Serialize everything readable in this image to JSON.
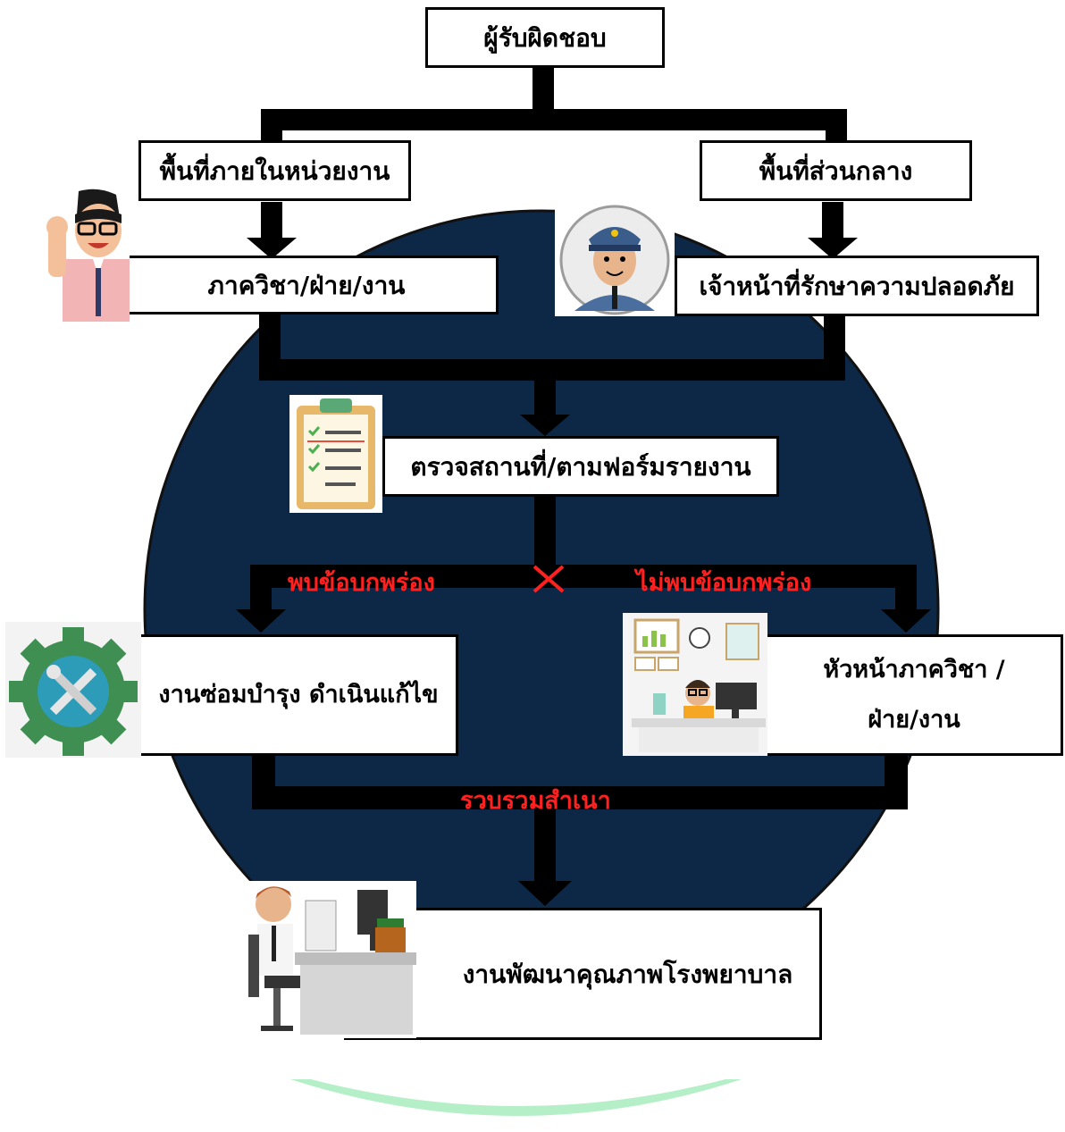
{
  "nodes": {
    "responsible": "ผู้รับผิดชอบ",
    "internal_area": "พื้นที่ภายในหน่วยงาน",
    "central_area": "พื้นที่ส่วนกลาง",
    "department": "ภาควิชา/ฝ่าย/งาน",
    "security_officer": "เจ้าหน้าที่รักษาความปลอดภัย",
    "inspect": "ตรวจสถานที่/ตามฟอร์มรายงาน",
    "maintenance": "งานซ่อมบำรุง ดำเนินแก้ไข",
    "head_line1": "หัวหน้าภาควิชา /",
    "head_line2": "ฝ่าย/งาน",
    "quality": "งานพัฒนาคุณภาพโรงพยาบาล"
  },
  "labels": {
    "found_defect": "พบข้อบกพร่อง",
    "no_defect": "ไม่พบข้อบกพร่อง",
    "collect_copy": "รวบรวมสำเนา"
  },
  "icons": {
    "teacher": "man-thumbs-up-icon",
    "guard": "security-guard-icon",
    "clipboard": "clipboard-checklist-icon",
    "gear": "gear-wrench-screwdriver-icon",
    "office": "office-worker-icon",
    "desk": "desk-worker-icon",
    "cross": "x-mark-icon"
  },
  "colors": {
    "circle": "#0d2847",
    "line": "#000000",
    "label_red": "#ff2020",
    "watermark": "#8fe0a8"
  }
}
